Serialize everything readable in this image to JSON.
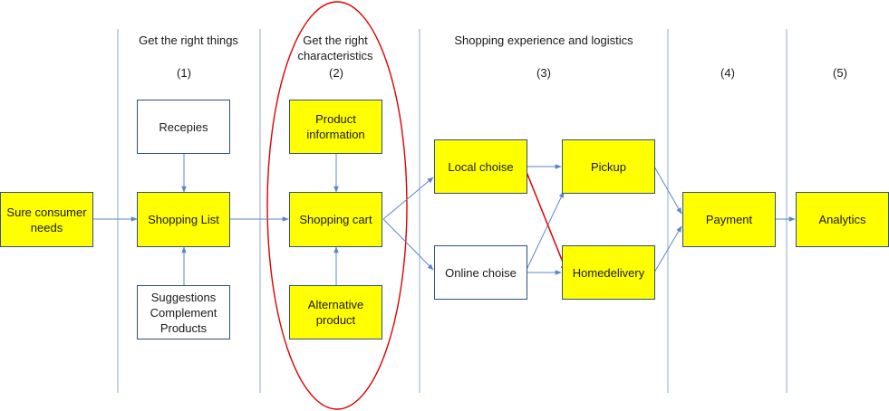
{
  "headers": {
    "stage1": "Get the right things",
    "stage2": "Get the right\ncharacteristics",
    "stage3": "Shopping experience and logistics"
  },
  "numbers": {
    "n1": "(1)",
    "n2": "(2)",
    "n3": "(3)",
    "n4": "(4)",
    "n5": "(5)"
  },
  "nodes": {
    "consumer_needs": "Sure consumer\nneeds",
    "recipes": "Recepies",
    "shopping_list": "Shopping List",
    "suggestions": "Suggestions\nComplement\nProducts",
    "product_information": "Product\ninformation",
    "shopping_cart": "Shopping cart",
    "alternative_product": "Alternative\nproduct",
    "local_choice": "Local choise",
    "online_choice": "Online choise",
    "pickup": "Pickup",
    "homedelivery": "Homedelivery",
    "payment": "Payment",
    "analytics": "Analytics"
  },
  "colors": {
    "node_fill_highlight": "#ffff00",
    "node_fill_plain": "#ffffff",
    "node_border": "#2f4f7f",
    "connector": "#5b87c7",
    "emphasis_arrow": "#e00000",
    "stage_divider": "#8fa9d6",
    "focus_ellipse": "#e00000"
  }
}
